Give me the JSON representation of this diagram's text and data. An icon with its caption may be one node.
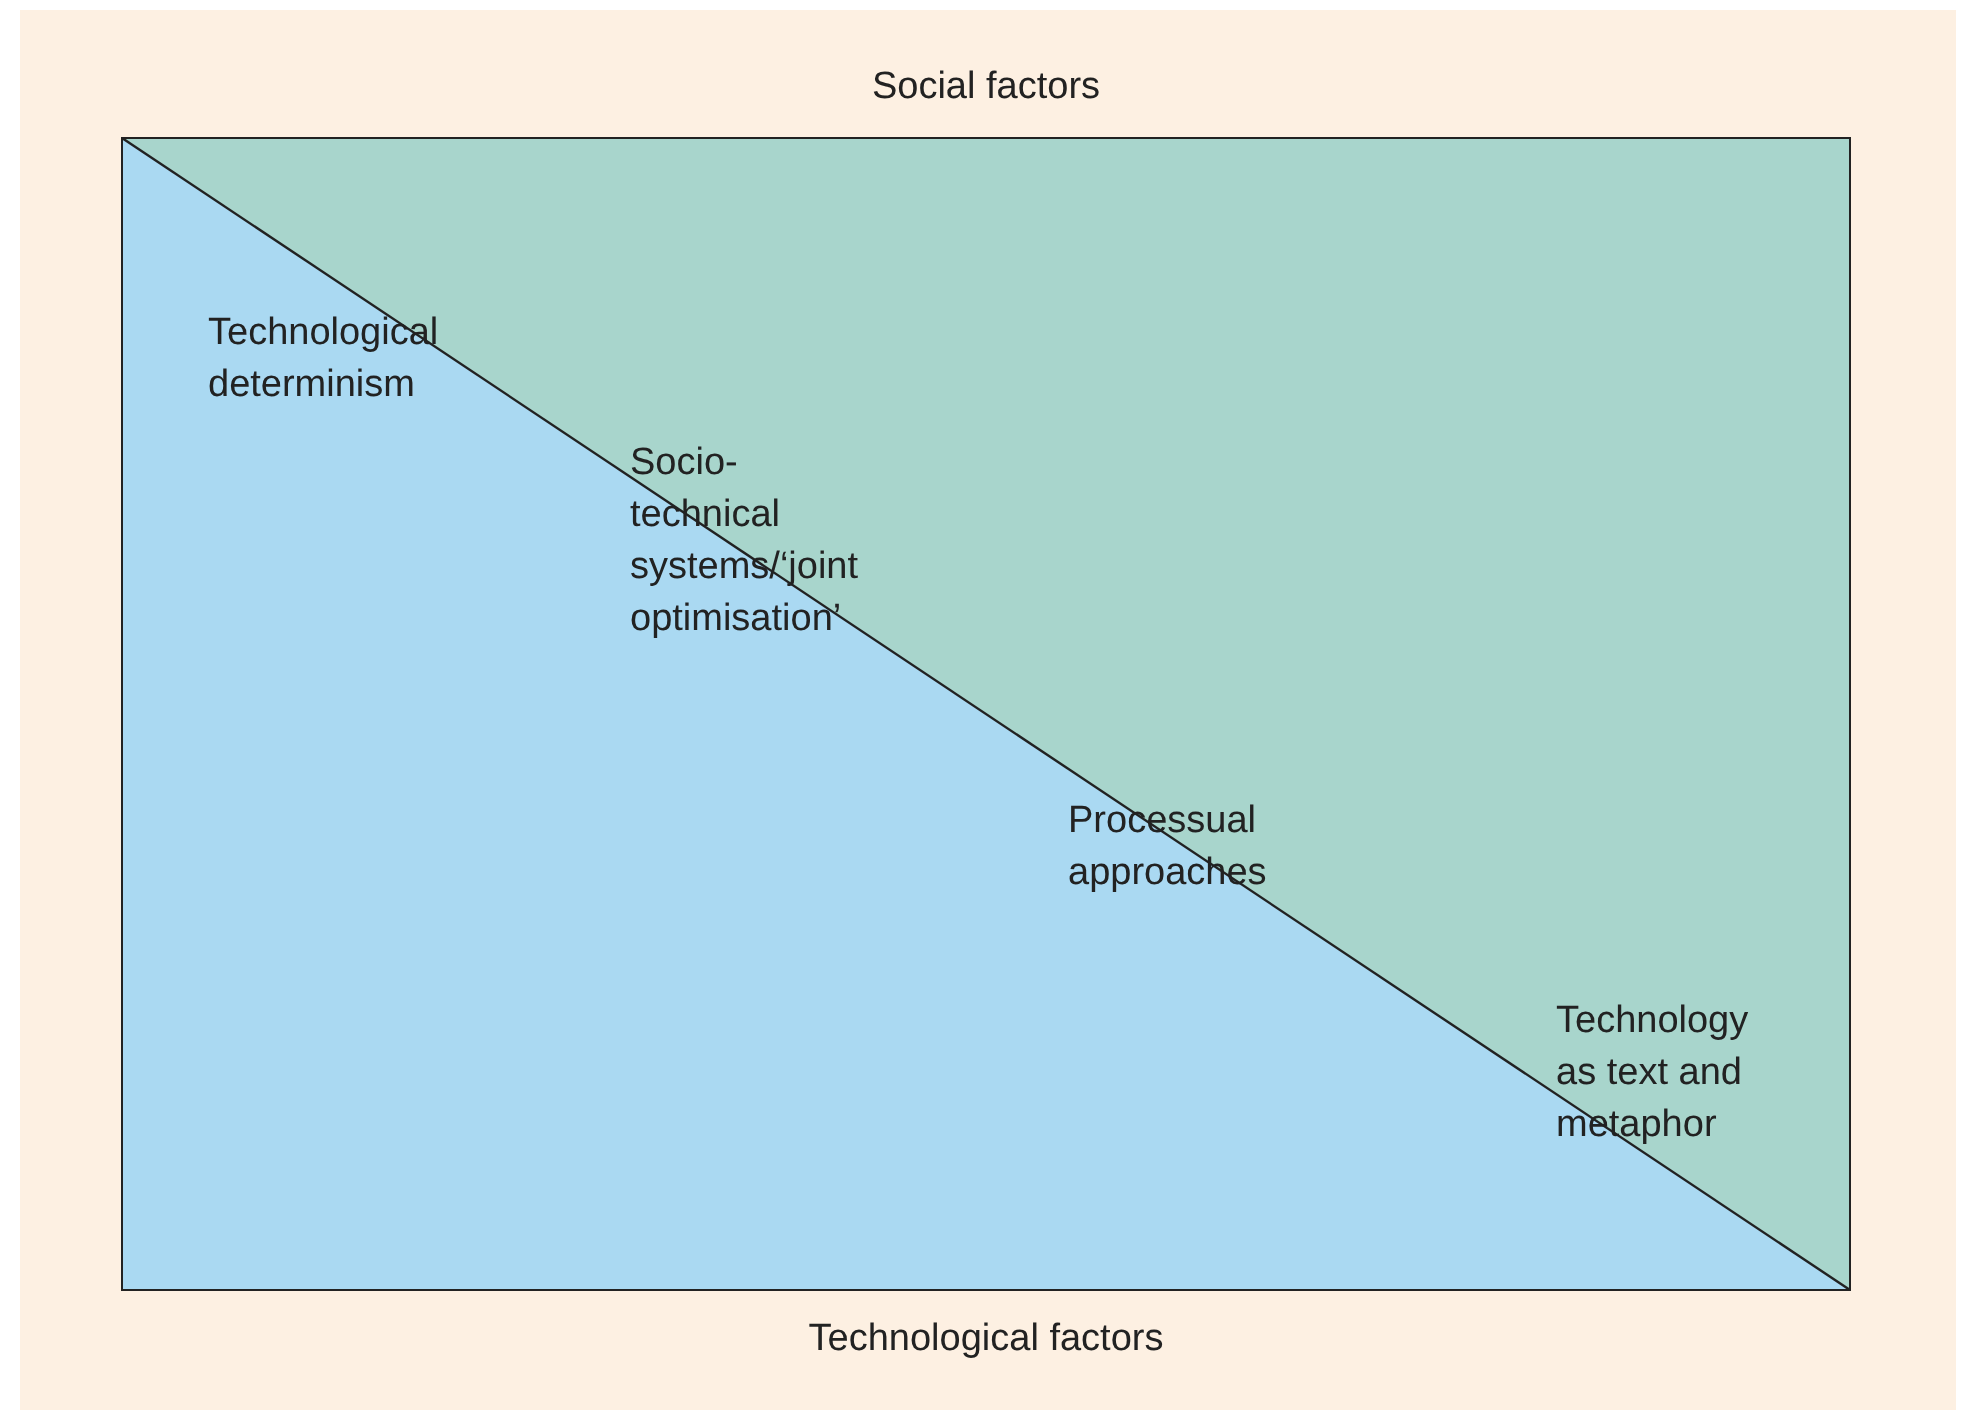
{
  "diagram": {
    "nodes": [
      {
        "text": [
          "Social factors"
        ]
      },
      {
        "text": [
          "Technological factors"
        ]
      }
    ],
    "labels": [
      "Technological determinism",
      "Socio-technical systems/‘joint optimisation’",
      "Processual approaches",
      "Technology as text and metaphor"
    ]
  }
}
